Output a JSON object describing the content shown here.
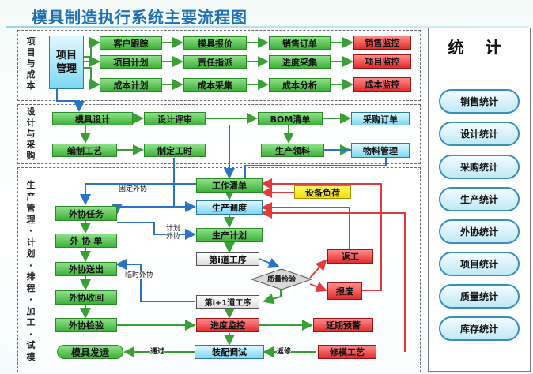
{
  "title": "模具制造执行系统主要流程图",
  "sections": {
    "project_cost": "项\n目\n与\n成\n本",
    "design_purchase": "设\n计\n与\n采\n购",
    "production": "生\n产\n管\n理\n·\n计\n划\n·\n排\n程\n·\n加\n工\n·\n试\n模"
  },
  "nodes": {
    "project_mgmt": "项目\n管理",
    "customer_follow": "客户跟踪",
    "mold_quote": "模具报价",
    "sales_order": "销售订单",
    "sales_monitor": "销售监控",
    "project_plan": "项目计划",
    "responsibility": "责任指派",
    "progress_collect": "进度采集",
    "project_monitor": "项目监控",
    "cost_plan": "成本计划",
    "cost_collect": "成本采集",
    "cost_analysis": "成本分析",
    "cost_monitor": "成本监控",
    "mold_design": "模具设计",
    "design_review": "设计评审",
    "bom_list": "BOM清单",
    "purchase_order": "采购订单",
    "compile_process": "编制工艺",
    "set_hours": "制定工时",
    "prod_material": "生产领料",
    "material_mgmt": "物料管理",
    "work_list": "工作清单",
    "equipment_load": "设备负荷",
    "prod_dispatch": "生产调度",
    "prod_plan": "生产计划",
    "proc_i": "第i道工序",
    "quality_check": "质量检验",
    "rework": "返工",
    "scrap": "报废",
    "proc_i1": "第i+1道工序",
    "progress_monitor": "进度监控",
    "delay_warning": "延期预警",
    "assembly_trial": "装配调试",
    "repair_process": "修模工艺",
    "mold_ship": "模具发运",
    "outsource_task": "外协任务",
    "outsource_form": "外 协 单",
    "outsource_send": "外协送出",
    "outsource_receive": "外协收回",
    "outsource_inspect": "外协检验"
  },
  "edge_labels": {
    "fixed_outsource": "固定外协",
    "plan_outsource": "计划\n外协",
    "temp_outsource": "临时外协",
    "pass": "通过",
    "return_repair": "返修"
  },
  "stats": {
    "heading": "统 计",
    "items": [
      "销售统计",
      "设计统计",
      "采购统计",
      "生产统计",
      "外协统计",
      "项目统计",
      "质量统计",
      "库存统计"
    ]
  },
  "colors": {
    "green": "#3fb13a",
    "cyan": "#7fd8f2",
    "red": "#e12e2e",
    "yellow": "#f3e000",
    "blue_line": "#2a73c6",
    "red_line": "#e23a3a"
  }
}
